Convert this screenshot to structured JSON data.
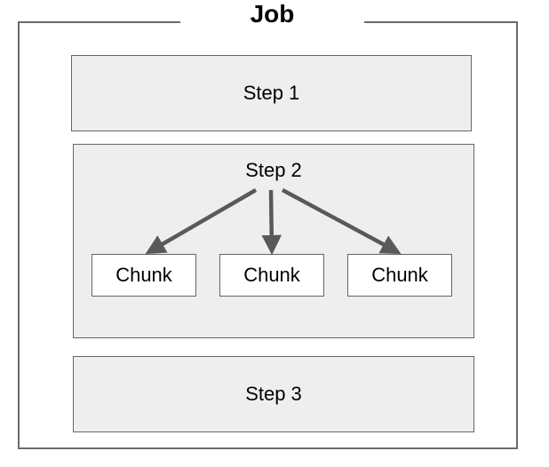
{
  "job": {
    "title": "Job"
  },
  "steps": [
    {
      "label": "Step 1"
    },
    {
      "label": "Step 2",
      "chunks": [
        {
          "label": "Chunk"
        },
        {
          "label": "Chunk"
        },
        {
          "label": "Chunk"
        }
      ]
    },
    {
      "label": "Step 3"
    }
  ],
  "colors": {
    "box_fill": "#eeeeee",
    "border": "#666666",
    "arrow": "#595959",
    "chunk_fill": "#ffffff"
  }
}
